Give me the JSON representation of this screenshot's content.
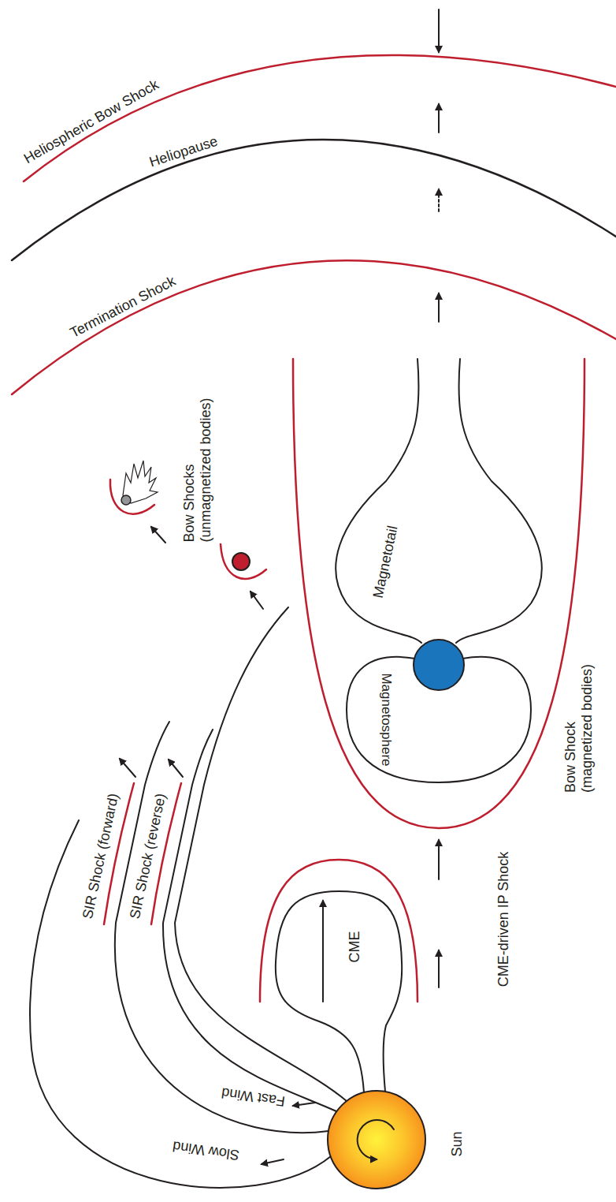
{
  "diagram": {
    "labels": [
      "Heliospheric Bow Shock",
      "Heliopause",
      "Termination Shock",
      "Bow Shocks (unmagnetized bodies)",
      "Magnetotail",
      "Magnetosphere",
      "Bow Shock (magnetized bodies)",
      "SIR Shock (forward)",
      "SIR Shock (reverse)",
      "CME",
      "CME-driven IP Shock",
      "Fast Wind",
      "Slow Wind",
      "Sun"
    ]
  }
}
